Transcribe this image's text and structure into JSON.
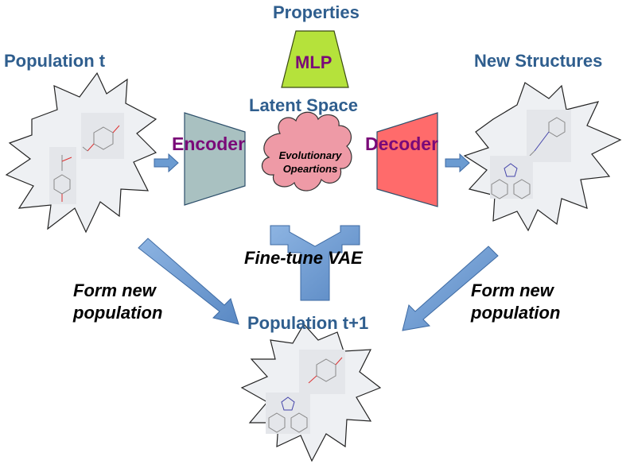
{
  "labels": {
    "properties": "Properties",
    "mlp": "MLP",
    "latent_space": "Latent Space",
    "encoder": "Encoder",
    "decoder": "Decoder",
    "evolutionary_ops_line1": "Evolutionary",
    "evolutionary_ops_line2": "Opeartions",
    "population_t": "Population t",
    "new_structures": "New Structures",
    "fine_tune_vae": "Fine-tune VAE",
    "form_new_population_left_line1": "Form new",
    "form_new_population_left_line2": "population",
    "form_new_population_right_line1": "Form new",
    "form_new_population_right_line2": "population",
    "population_t1": "Population t+1"
  },
  "colors": {
    "title_blue": "#2f5e8e",
    "purple_text": "#7a0a78",
    "mlp_fill": "#b5e23b",
    "encoder_fill": "#a9c1c1",
    "decoder_fill": "#ff6b6b",
    "cloud_fill": "#ee9aa6",
    "starburst_fill": "#eef0f3",
    "arrow_fill": "#6b9bd1"
  },
  "icons": [
    "starburst-shape",
    "molecule-sketch",
    "block-arrow",
    "cloud-shape"
  ]
}
